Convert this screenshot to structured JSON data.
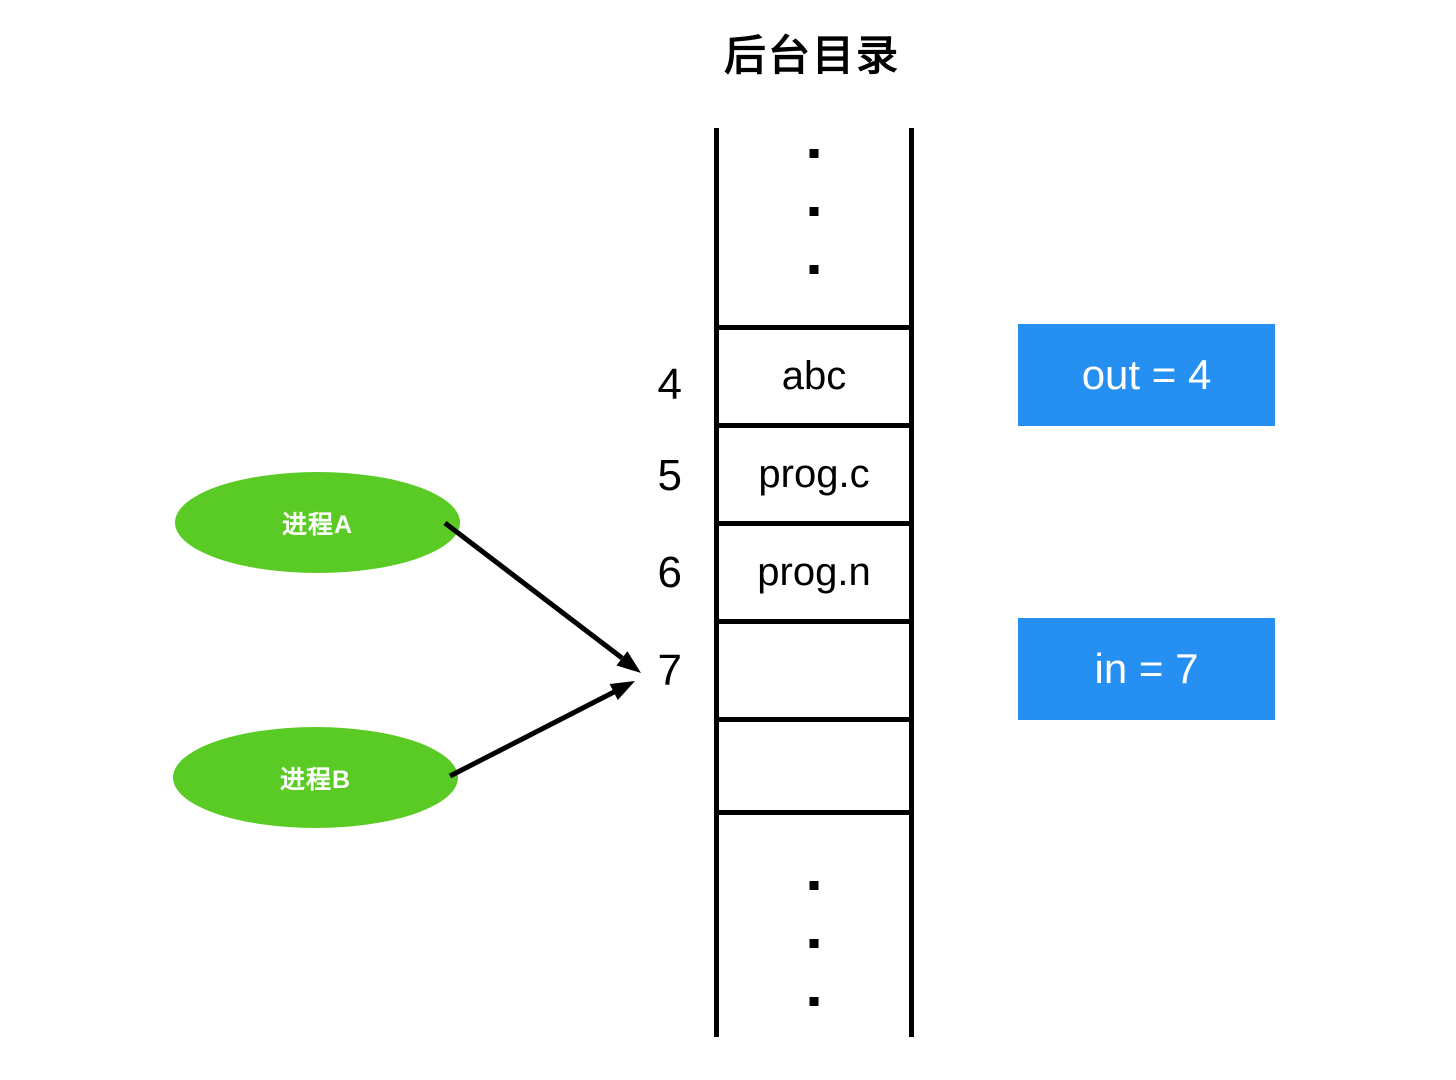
{
  "title": "后台目录",
  "colors": {
    "process_green": "#59CB24",
    "pointer_blue": "#2590F2",
    "line_black": "#000000"
  },
  "directory": {
    "rows": [
      {
        "index": "4",
        "value": "abc"
      },
      {
        "index": "5",
        "value": "prog.c"
      },
      {
        "index": "6",
        "value": "prog.n"
      },
      {
        "index": "7",
        "value": ""
      },
      {
        "index": "",
        "value": ""
      }
    ]
  },
  "processes": [
    {
      "label": "进程A"
    },
    {
      "label": "进程B"
    }
  ],
  "pointers": [
    {
      "label": "out = 4"
    },
    {
      "label": "in = 7"
    }
  ]
}
